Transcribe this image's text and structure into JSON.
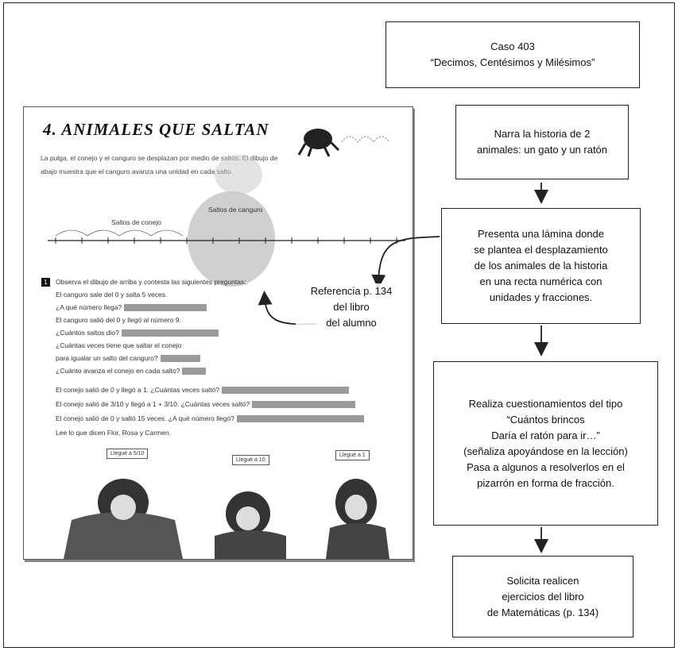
{
  "caso": {
    "text": "Caso 403\n“Decimos, Centésimos y Milésimos”"
  },
  "steps": [
    {
      "text": "Narra la historia de 2\nanimales: un gato y un ratón"
    },
    {
      "text": "Presenta una lámina donde\nse plantea el desplazamiento\nde los animales de la historia\nen una recta numérica con\nunidades y fracciones."
    },
    {
      "text": "Realiza cuestionamientos del tipo\n“Cuántos brincos\nDaría el ratón para ir…”\n(señaliza apoyándose en la lección)\nPasa a algunos a resolverlos en el\npizarrón en forma de fracción."
    },
    {
      "text": "Solicita realicen\nejercicios del libro\nde Matemáticas (p. 134)"
    }
  ],
  "reference": {
    "text": "Referencia p. 134\ndel libro\ndel alumno"
  },
  "textbook": {
    "title": "4.  ANIMALES QUE SALTAN",
    "intro": "La pulga, el conejo y el canguro se desplazan por medio de saltos. El dibujo de abajo muestra que el canguro avanza una unidad en cada salto.",
    "label_conejo": "Saltos de conejo",
    "label_canguro": "Saltos de canguro",
    "badge": "1",
    "q_intro": "Observa el dibujo de arriba y contesta las siguientes preguntas:",
    "q1": "El canguro sale del 0 y salta 5 veces.",
    "q2": "¿A qué número llega?",
    "q3": "El canguro salió del 0 y llegó al número 9.",
    "q4": "¿Cuántos saltos dio?",
    "q5": "¿Cuántas veces tiene que saltar el conejo",
    "q6": "para igualar un salto del canguro?",
    "q7": "¿Cuánto avanza el conejo en cada salto?",
    "q8": "El conejo salió de 0 y llegó a 1. ¿Cuántas veces saltó?",
    "q9": "El conejo salió de 3/10 y llegó a 1 + 3/10. ¿Cuántas veces saltó?",
    "q10": "El conejo salió de 0 y saltó 15 veces. ¿A qué número llegó?",
    "q11": "Lee lo que dicen Flor, Rosa y Carmen.",
    "sticker1": "Llegué a 5/10",
    "sticker2": "Llegué a 10",
    "sticker3": "Llegué a 1"
  },
  "colors": {
    "line": "#222222",
    "scan_gray": "#9a9a9a"
  }
}
